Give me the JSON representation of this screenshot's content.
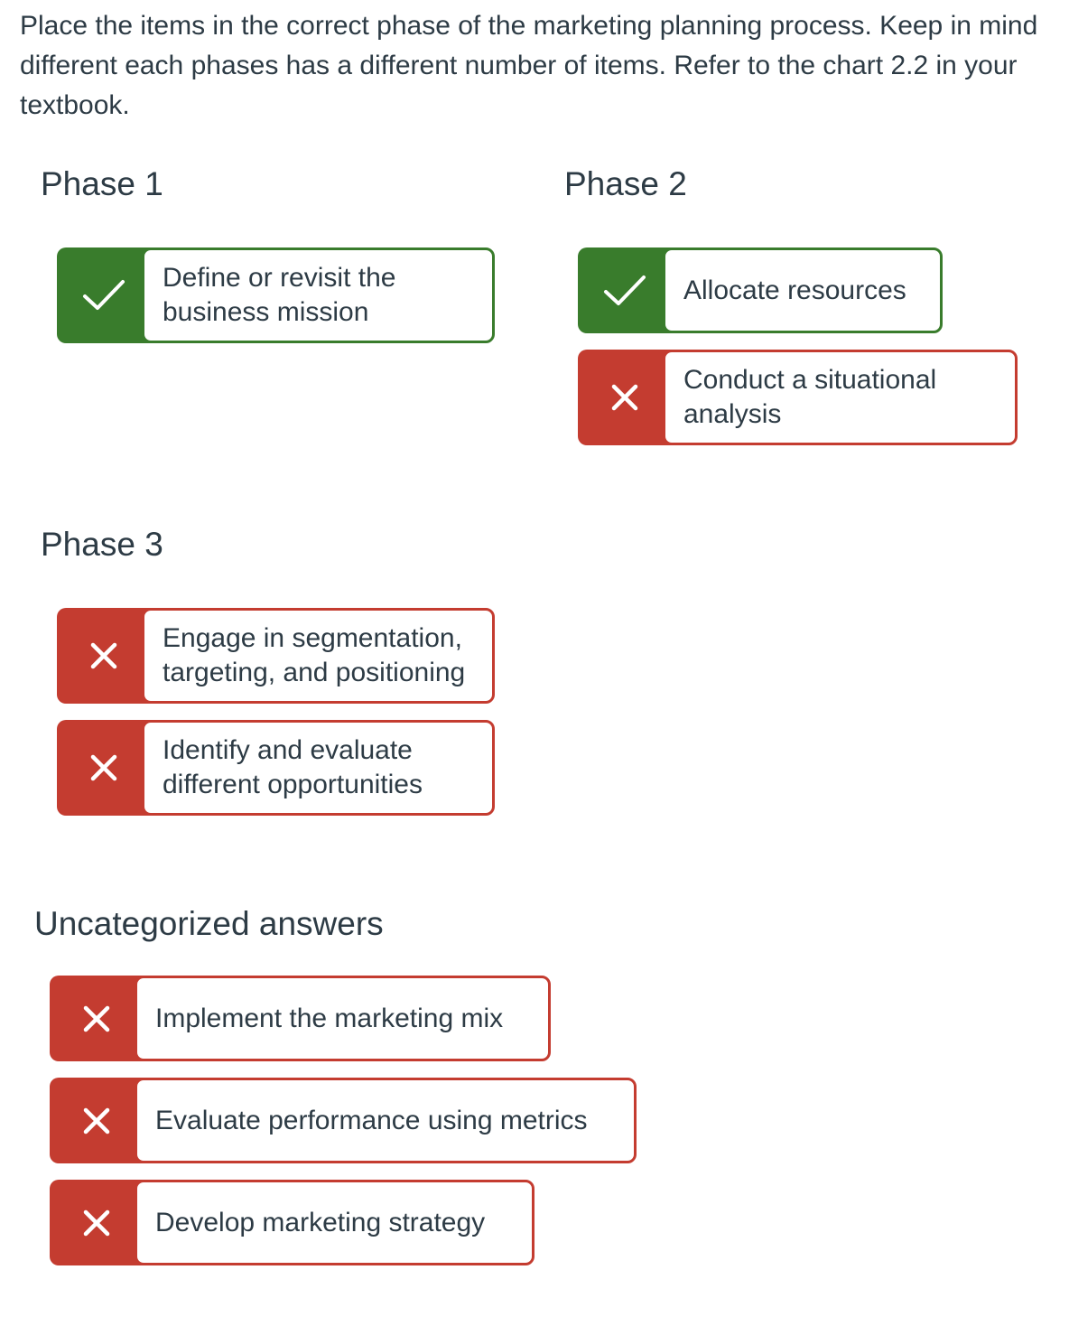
{
  "instruction": "Place the items in the correct phase of the marketing planning process. Keep in mind different each phases has a different number of items. Refer to the chart 2.2 in your textbook.",
  "colors": {
    "correct_green": "#397C2C",
    "incorrect_red": "#C43C30",
    "text_ink": "#2D3B45"
  },
  "phases": [
    {
      "label": "Phase 1",
      "items": [
        {
          "text": "Define or revisit the business mission",
          "status": "correct"
        }
      ]
    },
    {
      "label": "Phase 2",
      "items": [
        {
          "text": "Allocate resources",
          "status": "correct"
        },
        {
          "text": "Conduct a situational analysis",
          "status": "incorrect"
        }
      ]
    },
    {
      "label": "Phase 3",
      "items": [
        {
          "text": "Engage in segmentation, targeting, and positioning",
          "status": "incorrect"
        },
        {
          "text": "Identify and evaluate different opportunities",
          "status": "incorrect"
        }
      ]
    }
  ],
  "uncategorized": {
    "label": "Uncategorized answers",
    "items": [
      {
        "text": "Implement the marketing mix",
        "status": "incorrect"
      },
      {
        "text": "Evaluate performance using metrics",
        "status": "incorrect"
      },
      {
        "text": "Develop marketing strategy",
        "status": "incorrect"
      }
    ]
  },
  "icons": {
    "correct": "check-icon",
    "incorrect": "x-icon"
  }
}
